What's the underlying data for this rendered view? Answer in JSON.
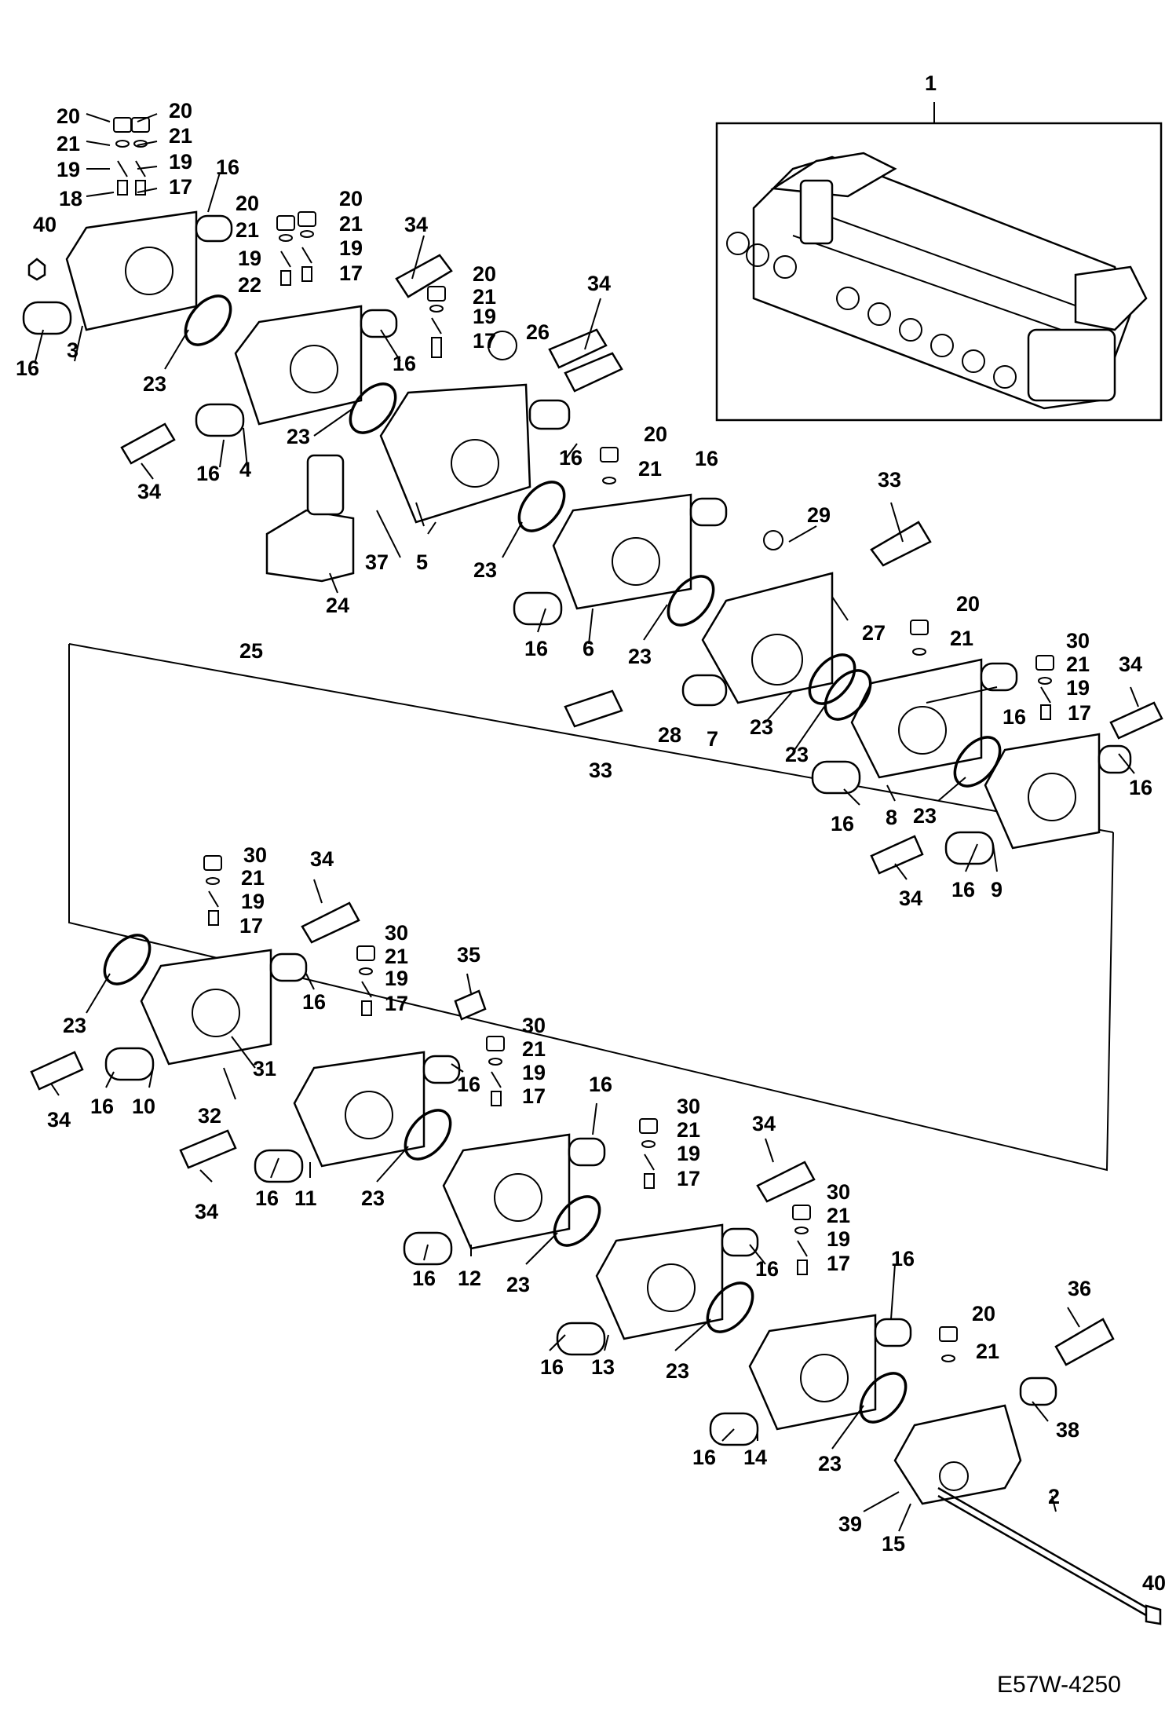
{
  "drawing_code": "E57W-4250",
  "callouts": [
    "1",
    "2",
    "3",
    "4",
    "5",
    "6",
    "7",
    "8",
    "9",
    "10",
    "11",
    "12",
    "13",
    "14",
    "15",
    "16",
    "17",
    "18",
    "19",
    "20",
    "21",
    "22",
    "23",
    "24",
    "25",
    "26",
    "27",
    "28",
    "29",
    "30",
    "31",
    "32",
    "33",
    "34",
    "35",
    "36",
    "37",
    "38",
    "39",
    "40"
  ]
}
